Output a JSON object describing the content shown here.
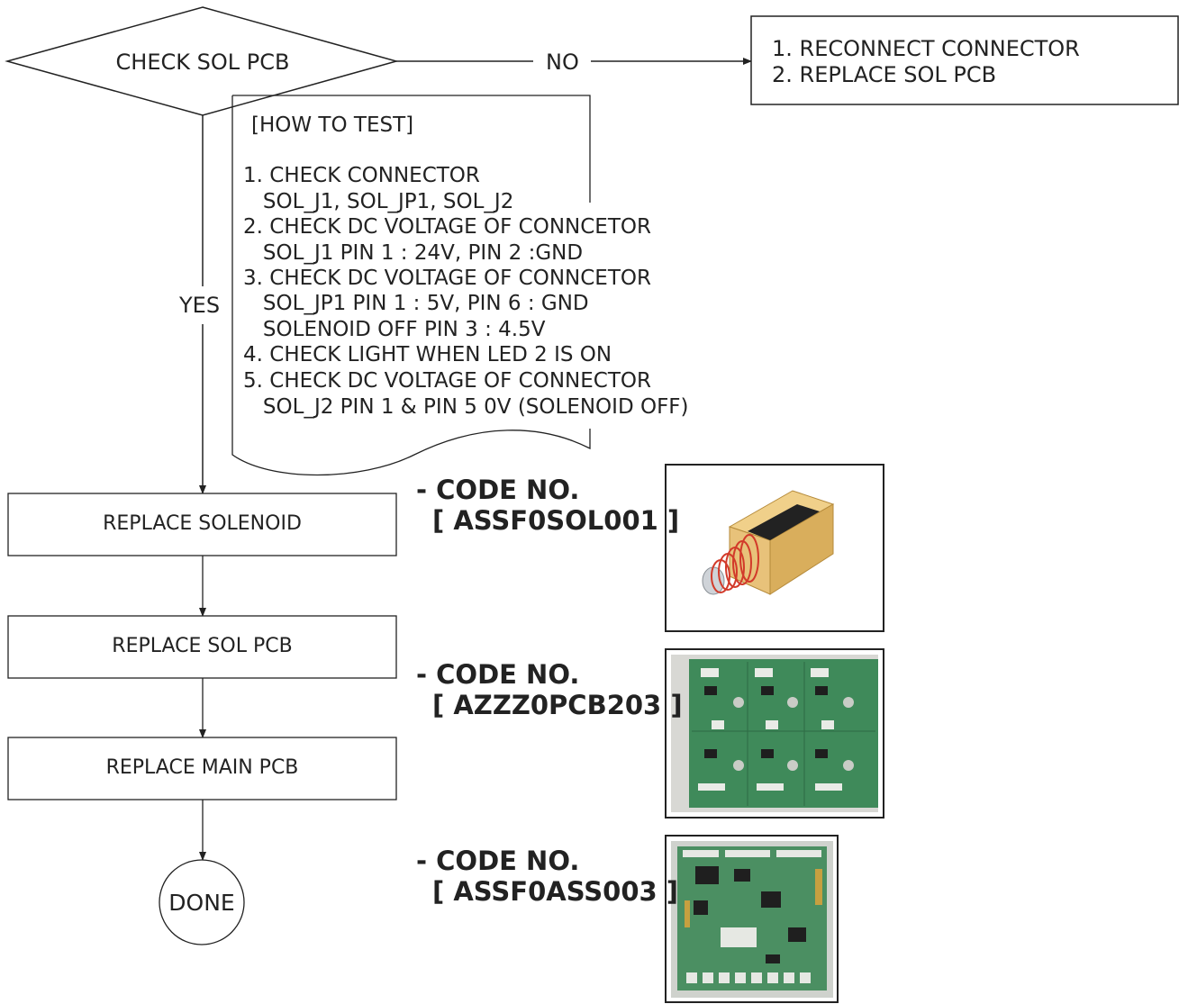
{
  "decision": {
    "label": "CHECK SOL PCB",
    "no_label": "NO",
    "yes_label": "YES"
  },
  "no_action": {
    "line1": "1. RECONNECT CONNECTOR",
    "line2": "2. REPLACE SOL PCB"
  },
  "how_to_test": {
    "title": "[HOW TO TEST]",
    "lines": [
      "1. CHECK CONNECTOR",
      "   SOL_J1, SOL_JP1, SOL_J2",
      "2. CHECK DC VOLTAGE OF CONNCETOR",
      "   SOL_J1 PIN 1 : 24V, PIN 2 :GND",
      "3. CHECK DC VOLTAGE OF CONNCETOR",
      "   SOL_JP1 PIN 1 : 5V, PIN 6 : GND",
      "   SOLENOID OFF PIN 3 : 4.5V",
      "4. CHECK LIGHT WHEN LED 2 IS ON",
      "5. CHECK DC VOLTAGE OF CONNECTOR",
      "   SOL_J2 PIN 1 & PIN 5 0V (SOLENOID OFF)"
    ]
  },
  "steps": [
    {
      "label": "REPLACE SOLENOID"
    },
    {
      "label": "REPLACE SOL PCB"
    },
    {
      "label": "REPLACE MAIN PCB"
    }
  ],
  "terminal": {
    "label": "DONE"
  },
  "parts": [
    {
      "code_title": "- CODE NO.",
      "code": "[ ASSF0SOL001 ]",
      "icon": "solenoid-image"
    },
    {
      "code_title": "- CODE NO.",
      "code": "[ AZZZ0PCB203 ]",
      "icon": "sol-pcb-image"
    },
    {
      "code_title": "- CODE NO.",
      "code": "[ ASSF0ASS003 ]",
      "icon": "main-pcb-image"
    }
  ],
  "colors": {
    "line": "#222222",
    "pcb_green": "#3f8a5a",
    "solenoid_body": "#e8c27a",
    "coil_red": "#d23a2a"
  }
}
